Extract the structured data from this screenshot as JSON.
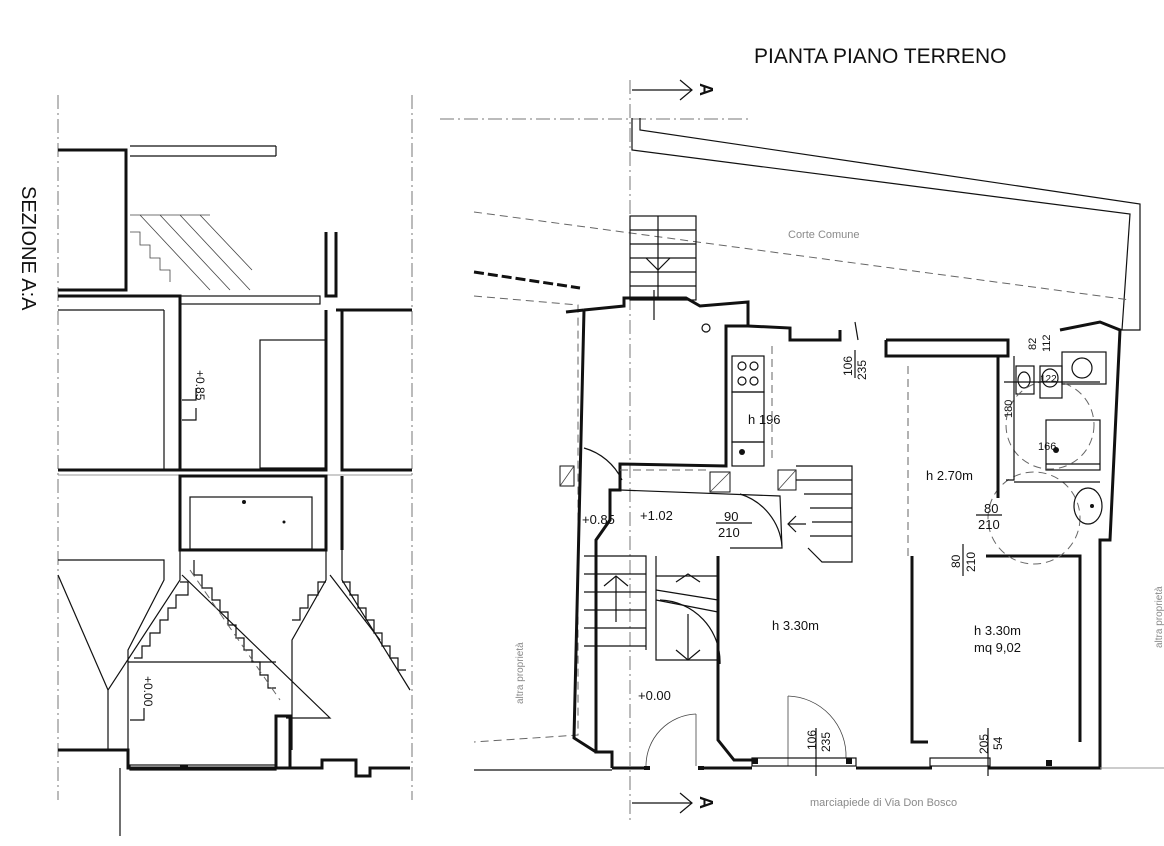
{
  "titles": {
    "plan": "PIANTA PIANO TERRENO",
    "section": "SEZIONE  A:A"
  },
  "section_marks": {
    "top": "A",
    "bottom": "A"
  },
  "labels": {
    "courtyard": "Corte Comune",
    "sidewalk": "marciapiede di Via Don Bosco",
    "other_property": "altra proprietà"
  },
  "levels": {
    "section_upper": "+0.85",
    "section_lower": "+0.00",
    "plan_085": "+0.85",
    "plan_102": "+1.02",
    "plan_000": "+0.00"
  },
  "heights": {
    "kitchen": "h 196",
    "bath": "h 2.70m",
    "room_left": "h 3.30m",
    "room_right": "h 3.30m"
  },
  "area": "mq 9,02",
  "dimensions": {
    "door_stair_top": "90",
    "door_stair_bottom": "210",
    "window_top_a": "106",
    "window_top_b": "235",
    "bath_door_a_top": "80",
    "bath_door_a_bottom": "210",
    "bath_door_b_top": "80",
    "bath_door_b_bottom": "210",
    "bath_82": "82",
    "bath_112": "112",
    "bath_180": "180",
    "bath_122": "122",
    "bath_166": "166",
    "front_win1_a": "106",
    "front_win1_b": "235",
    "front_win2_a": "205",
    "front_win2_b": "54"
  }
}
